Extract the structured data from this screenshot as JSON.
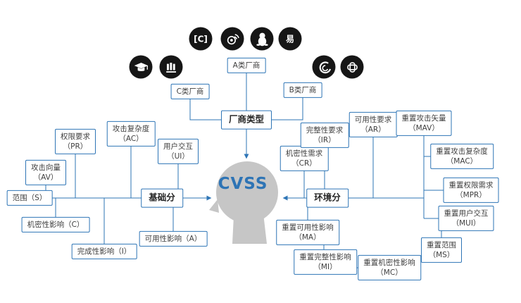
{
  "central": {
    "label": "CVSS"
  },
  "hubs": {
    "base": {
      "label": "基础分"
    },
    "env": {
      "label": "环境分"
    },
    "vendor": {
      "label": "厂商类型"
    }
  },
  "vendors": [
    {
      "label": "A类厂商"
    },
    {
      "label": "C类厂商"
    },
    {
      "label": "B类厂商"
    }
  ],
  "base_metrics": [
    {
      "lines": [
        "攻击向量",
        "（AV）"
      ]
    },
    {
      "lines": [
        "权限要求",
        "（PR）"
      ]
    },
    {
      "lines": [
        "攻击复杂度",
        "（AC）"
      ]
    },
    {
      "lines": [
        "用户交互",
        "（UI）"
      ]
    },
    {
      "lines": [
        "范围（S）"
      ]
    },
    {
      "lines": [
        "机密性影响（C）"
      ]
    },
    {
      "lines": [
        "完成性影响（I）"
      ]
    },
    {
      "lines": [
        "可用性影响（A）"
      ]
    }
  ],
  "env_metrics": [
    {
      "lines": [
        "机密性需求",
        "（CR）"
      ]
    },
    {
      "lines": [
        "完整性要求",
        "（IR）"
      ]
    },
    {
      "lines": [
        "可用性要求",
        "（AR）"
      ]
    },
    {
      "lines": [
        "重置攻击矢量",
        "（MAV）"
      ]
    },
    {
      "lines": [
        "重置攻击复杂度",
        "（MAC）"
      ]
    },
    {
      "lines": [
        "重置权限需求",
        "（MPR）"
      ]
    },
    {
      "lines": [
        "重置用户交互",
        "（MUI）"
      ]
    },
    {
      "lines": [
        "重置范围",
        "（MS）"
      ]
    },
    {
      "lines": [
        "重置可用性影响",
        "（MA）"
      ]
    },
    {
      "lines": [
        "重置完整性影响",
        "（MI）"
      ]
    },
    {
      "lines": [
        "重置机密性影响",
        "（MC）"
      ]
    }
  ],
  "icons": [
    {
      "name": "graduation-cap"
    },
    {
      "name": "building-columns"
    },
    {
      "name": "code-brackets",
      "glyph": "[C]"
    },
    {
      "name": "weibo-eye"
    },
    {
      "name": "qq-penguin"
    },
    {
      "name": "netease",
      "glyph": "易"
    },
    {
      "name": "china-telecom"
    },
    {
      "name": "china-unicom-knot"
    }
  ],
  "colors": {
    "accent": "#2e75b6",
    "line": "#2e75b6",
    "icon_bg": "#161616",
    "silhouette": "#c6c6c6",
    "text": "#3f3f3f"
  }
}
